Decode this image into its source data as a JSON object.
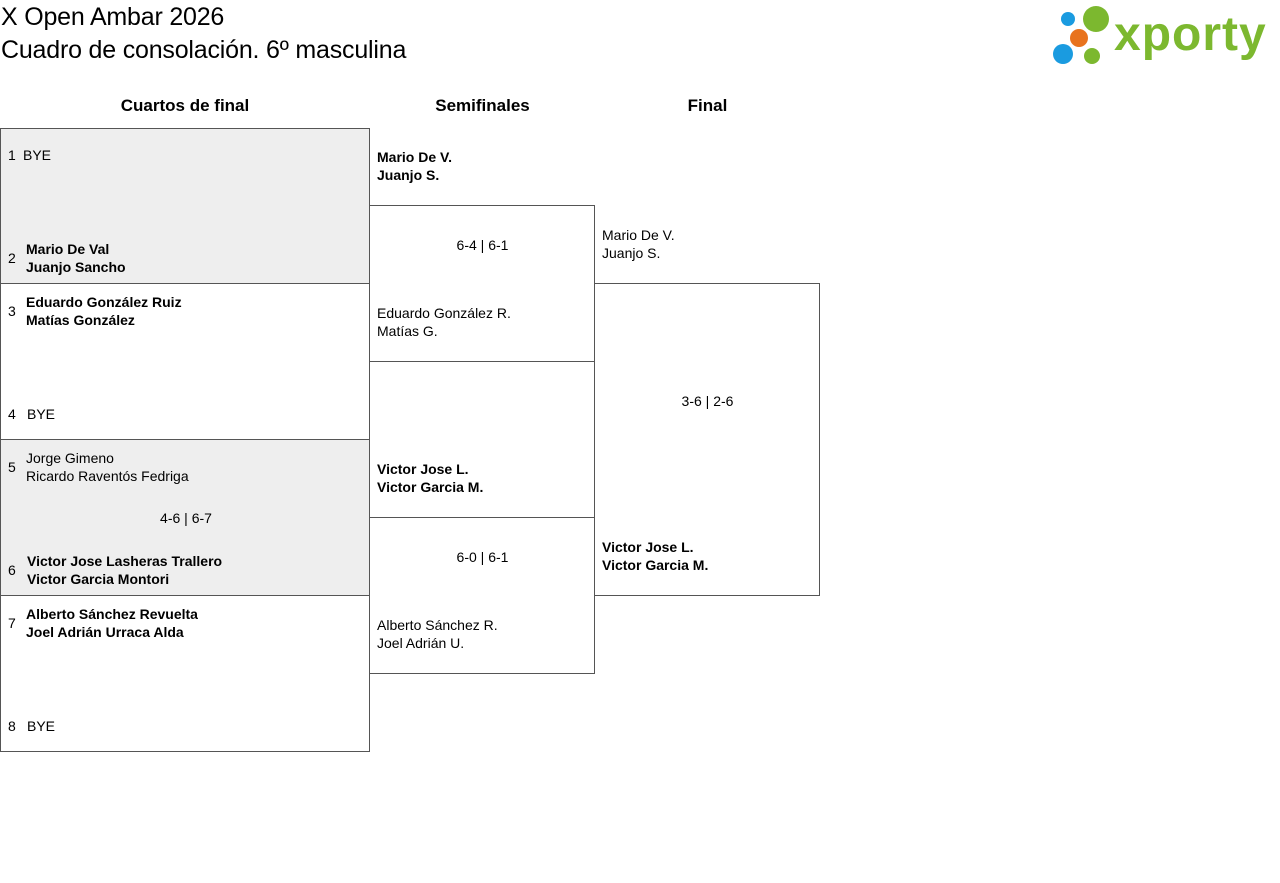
{
  "header": {
    "title_line1": "X Open Ambar 2026",
    "title_line2": "Cuadro de consolación. 6º masculina"
  },
  "logo": {
    "text": "xporty",
    "colors": {
      "green": "#7cb82f",
      "blue": "#1a9be0",
      "orange": "#e8731e"
    }
  },
  "rounds": {
    "quarterfinals": "Cuartos de final",
    "semifinals": "Semifinales",
    "final": "Final"
  },
  "quarterfinals": [
    {
      "top": {
        "seed": "1",
        "line1": "BYE",
        "line2": ""
      },
      "bottom": {
        "seed": "2",
        "line1": "Mario De Val",
        "line2": "Juanjo Sancho"
      },
      "score": ""
    },
    {
      "top": {
        "seed": "3",
        "line1": "Eduardo González Ruiz",
        "line2": "Matías González"
      },
      "bottom": {
        "seed": "4",
        "line1": "BYE",
        "line2": ""
      },
      "score": ""
    },
    {
      "top": {
        "seed": "5",
        "line1": "Jorge Gimeno",
        "line2": "Ricardo Raventós Fedriga"
      },
      "bottom": {
        "seed": "6",
        "line1": "Victor Jose Lasheras Trallero",
        "line2": "Victor Garcia Montori"
      },
      "score": "4-6 | 6-7"
    },
    {
      "top": {
        "seed": "7",
        "line1": "Alberto Sánchez Revuelta",
        "line2": "Joel Adrián Urraca Alda"
      },
      "bottom": {
        "seed": "8",
        "line1": "BYE",
        "line2": ""
      },
      "score": ""
    }
  ],
  "semifinals": [
    {
      "top": {
        "line1": "Mario De V.",
        "line2": "Juanjo S."
      },
      "bottom": {
        "line1": "Eduardo González R.",
        "line2": "Matías G."
      },
      "score": "6-4 | 6-1"
    },
    {
      "top": {
        "line1": "Victor Jose L.",
        "line2": "Victor Garcia M."
      },
      "bottom": {
        "line1": "Alberto Sánchez R.",
        "line2": "Joel Adrián U."
      },
      "score": "6-0 | 6-1"
    }
  ],
  "final": {
    "top": {
      "line1": "Mario De V.",
      "line2": "Juanjo S."
    },
    "bottom": {
      "line1": "Victor Jose L.",
      "line2": "Victor Garcia M."
    },
    "score": "3-6 | 2-6"
  }
}
